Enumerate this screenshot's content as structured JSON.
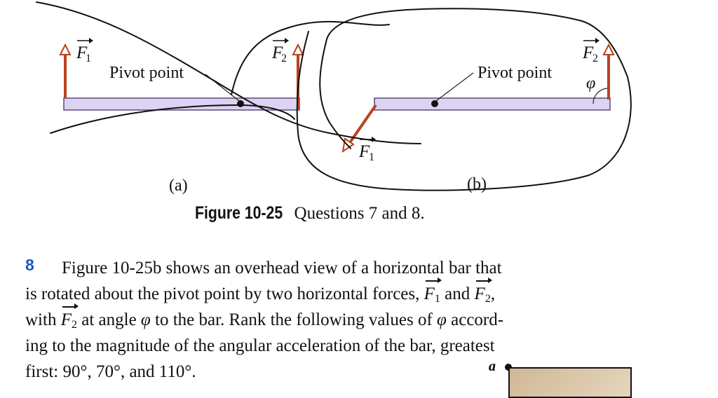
{
  "figure": {
    "panel_a": {
      "label": "(a)",
      "pivot_label": "Pivot point",
      "force_1": "F",
      "force_1_sub": "1",
      "force_2": "F",
      "force_2_sub": "2"
    },
    "panel_b": {
      "label": "(b)",
      "pivot_label": "Pivot point",
      "force_1": "F",
      "force_1_sub": "1",
      "force_2": "F",
      "force_2_sub": "2",
      "angle_symbol": "φ"
    },
    "caption_label": "Figure 10-25",
    "caption_text": "Questions 7 and 8."
  },
  "question": {
    "number": "8",
    "line1": "Figure 10-25b shows an overhead view of a horizontal bar that",
    "line2a": "is rotated about the pivot point by two horizontal forces,",
    "line2b": "and",
    "line3a": "with",
    "line3b": "at angle",
    "line3c": "φ",
    "line3d": "to the bar. Rank the following values of",
    "line3e": "φ",
    "line3f": "accord-",
    "line4": "ing to the magnitude of the angular acceleration of the bar, greatest",
    "line5": "first: 90°, 70°, and 110°."
  },
  "thumbnail": {
    "label": "a"
  },
  "colors": {
    "force_arrow": "#b8431e",
    "bar_fill": "#ddd2f2",
    "bar_stroke": "#5a4a7a",
    "question_number": "#1f58c4"
  }
}
